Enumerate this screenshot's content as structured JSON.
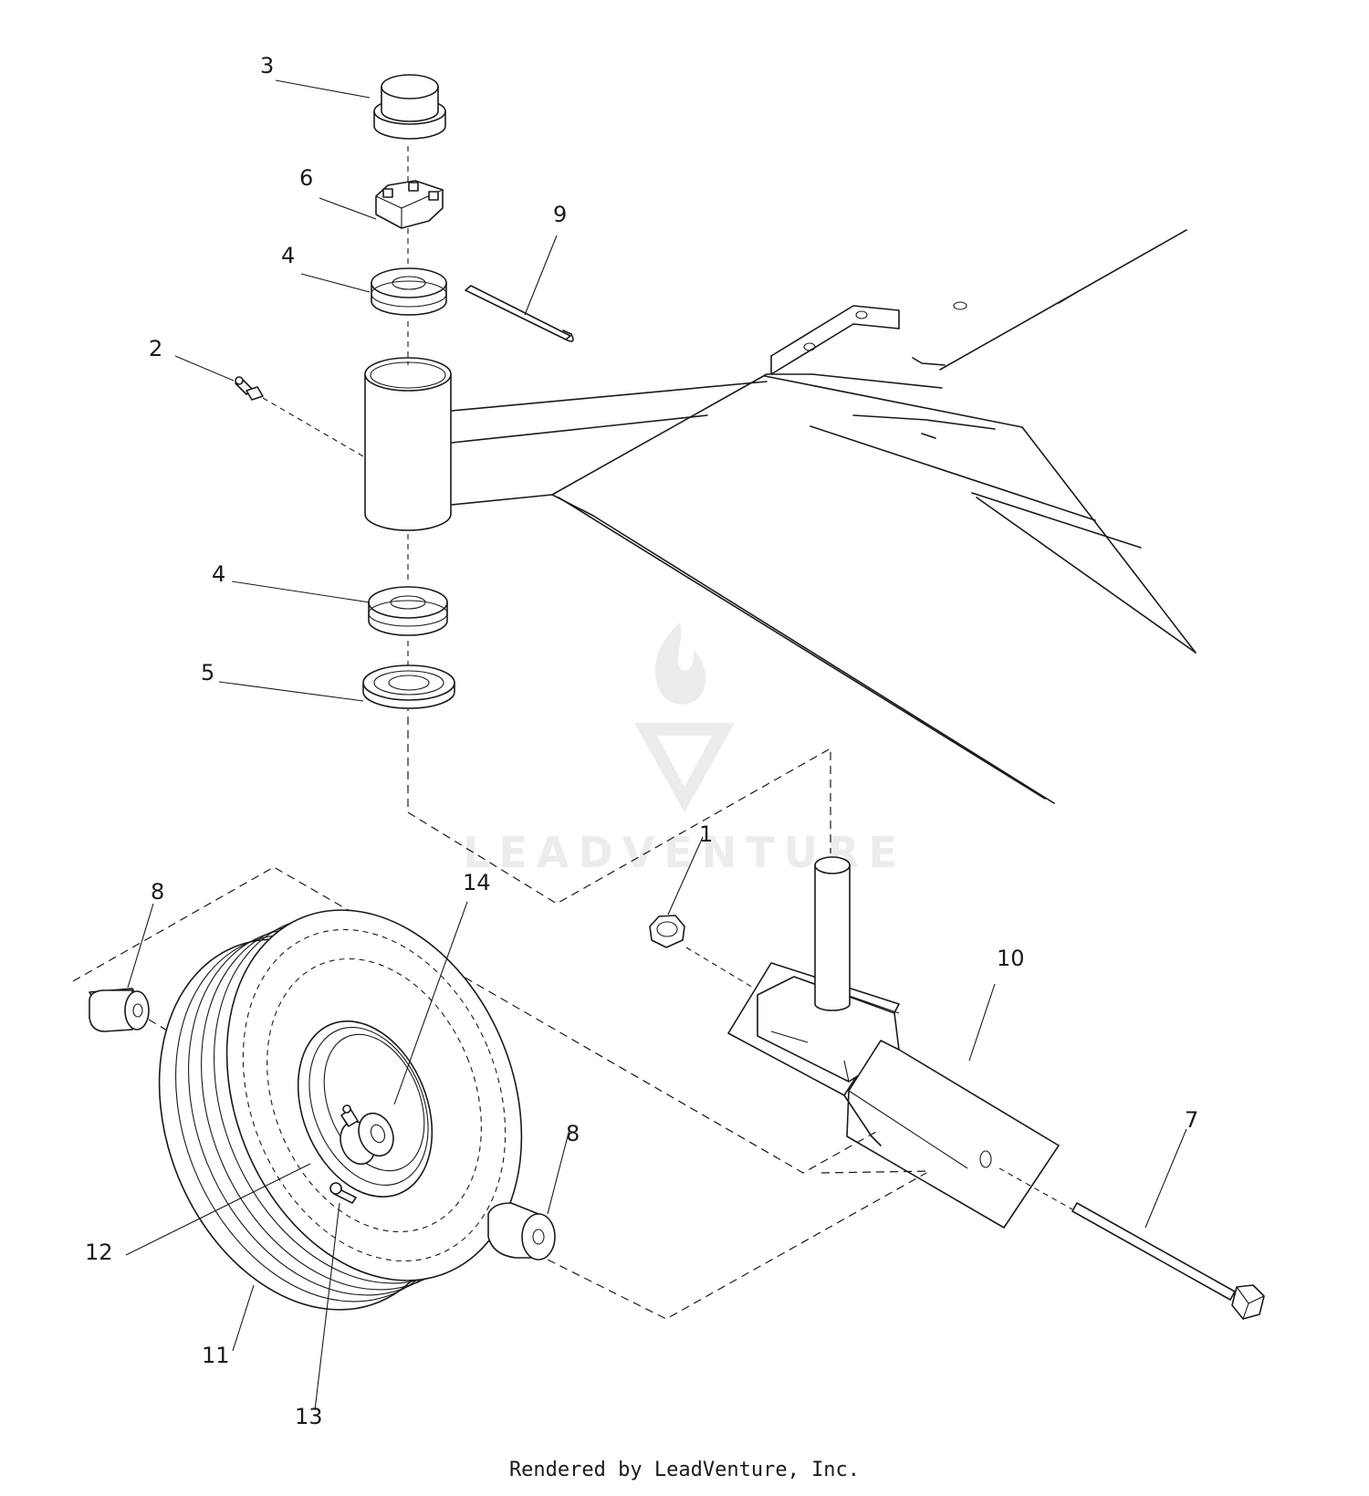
{
  "diagram": {
    "callouts": [
      {
        "id": "c3",
        "label": "3"
      },
      {
        "id": "c6",
        "label": "6"
      },
      {
        "id": "c9",
        "label": "9"
      },
      {
        "id": "c4a",
        "label": "4"
      },
      {
        "id": "c2",
        "label": "2"
      },
      {
        "id": "c4b",
        "label": "4"
      },
      {
        "id": "c5",
        "label": "5"
      },
      {
        "id": "c1",
        "label": "1"
      },
      {
        "id": "c14",
        "label": "14"
      },
      {
        "id": "c8a",
        "label": "8"
      },
      {
        "id": "c10",
        "label": "10"
      },
      {
        "id": "c8b",
        "label": "8"
      },
      {
        "id": "c7",
        "label": "7"
      },
      {
        "id": "c12",
        "label": "12"
      },
      {
        "id": "c11",
        "label": "11"
      },
      {
        "id": "c13",
        "label": "13"
      }
    ]
  },
  "watermark": {
    "text": "LEADVENTURE",
    "color": "#ececec"
  },
  "footer": {
    "credit": "Rendered by LeadVenture, Inc."
  },
  "colors": {
    "line": "#1a1a1a",
    "background": "#ffffff"
  }
}
